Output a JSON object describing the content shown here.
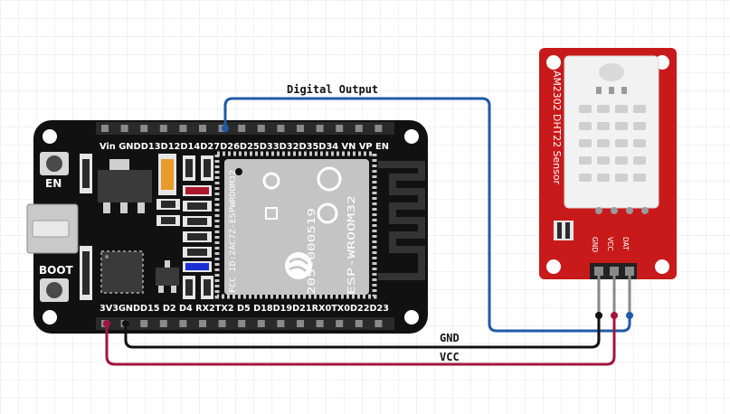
{
  "colors": {
    "board": "#111111",
    "sensor": "#c81a1a",
    "wire_data": "#1f5aa8",
    "wire_gnd": "#111111",
    "wire_vcc": "#a3153d",
    "grid": "#e6e6e6"
  },
  "esp32": {
    "top_pins": [
      "Vin",
      "GND",
      "D13",
      "D12",
      "D14",
      "D27",
      "D26",
      "D25",
      "D33",
      "D32",
      "D35",
      "D34",
      "VN",
      "VP",
      "EN"
    ],
    "bottom_pins": [
      "3V3",
      "GND",
      "D15",
      "D2",
      "D4",
      "RX2",
      "TX2",
      "D5",
      "D18",
      "D19",
      "D21",
      "RX0",
      "TX0",
      "D22",
      "D23"
    ],
    "en_button": "EN",
    "boot_button": "BOOT",
    "module_label": "ESP-WROOM32",
    "module_code": "205-000519",
    "module_fcc": "FCC ID:2AC7Z-ESPWROOM32"
  },
  "sensor": {
    "title": "AM2302 DHT22 Sensor",
    "pins": [
      "GND",
      "VCC",
      "DAT"
    ]
  },
  "wires": {
    "data_label": "Digital Output",
    "gnd_label": "GND",
    "vcc_label": "VCC"
  }
}
